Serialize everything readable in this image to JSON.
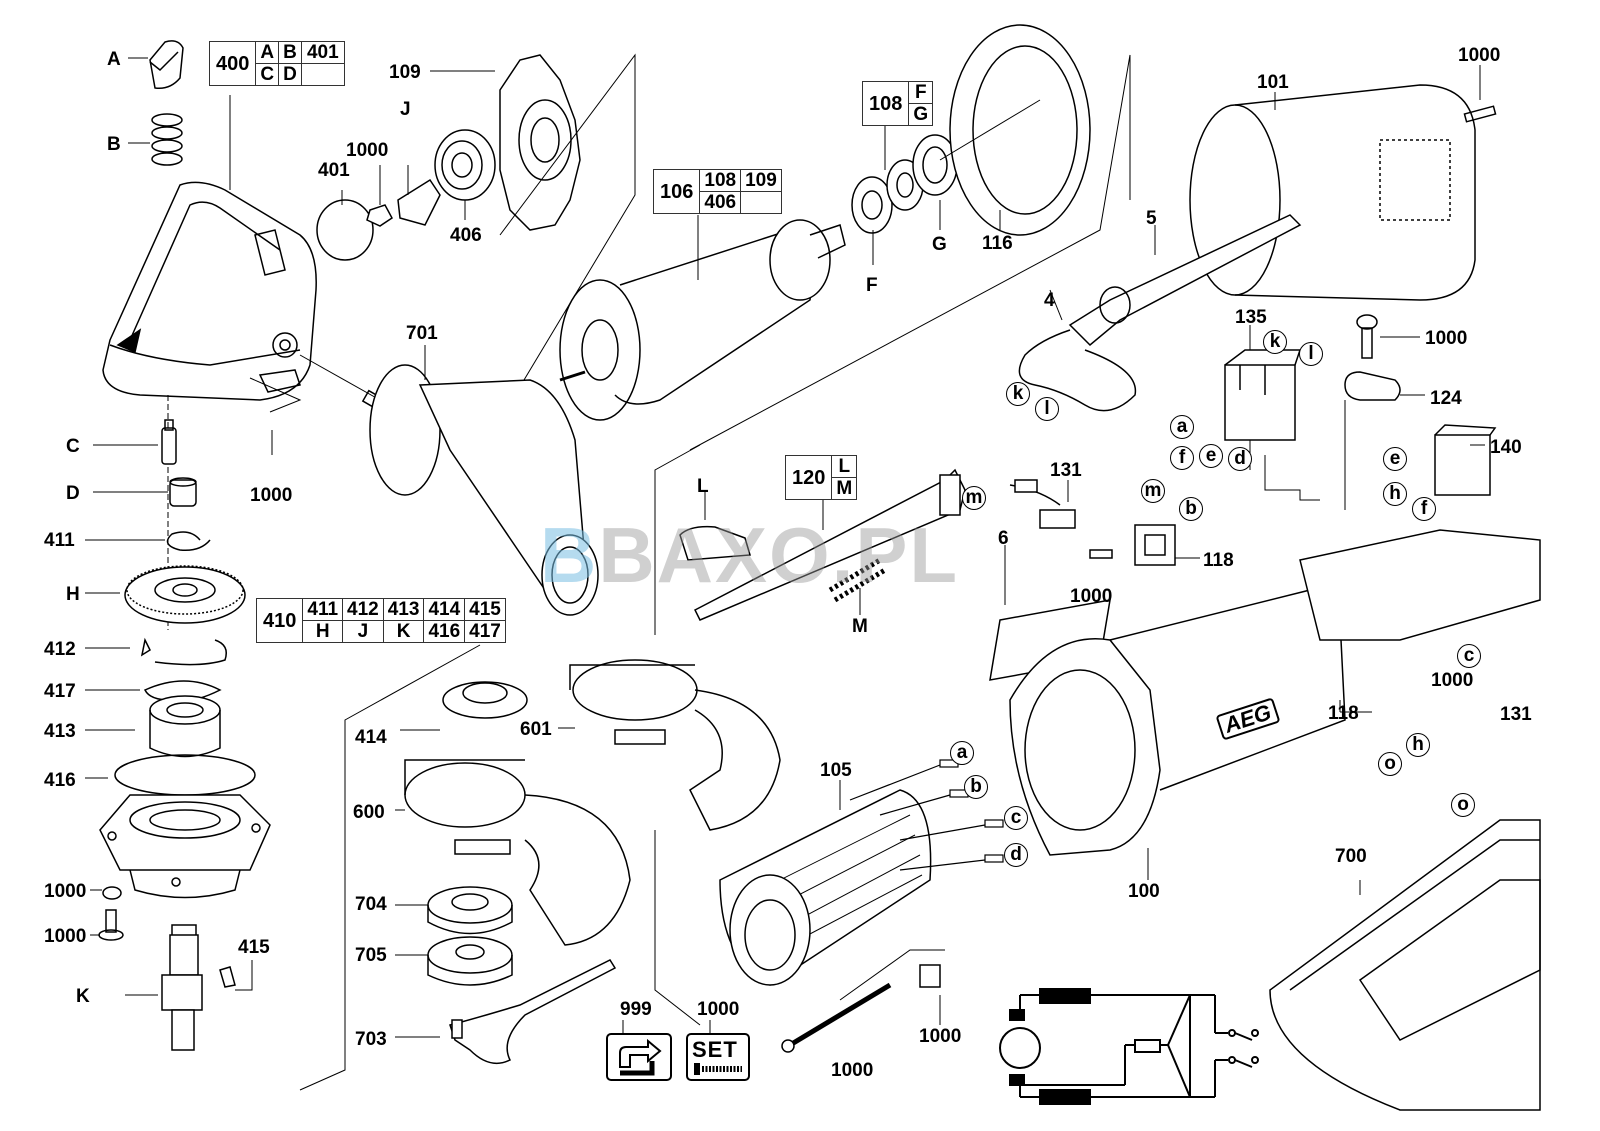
{
  "diagram": {
    "title": "Exploded parts diagram - angle grinder",
    "brand_on_housing": "AEG",
    "watermark": {
      "prefix": "B",
      "text": "BAXO.PL"
    },
    "kits": [
      {
        "id": "kit-400",
        "main": "400",
        "rows": [
          [
            "A",
            "B",
            "401"
          ],
          [
            "C",
            "D",
            ""
          ]
        ]
      },
      {
        "id": "kit-106",
        "main": "106",
        "rows": [
          [
            "108",
            "109"
          ],
          [
            "406",
            ""
          ]
        ]
      },
      {
        "id": "kit-108",
        "main": "108",
        "rows": [
          [
            "F"
          ],
          [
            "G"
          ]
        ]
      },
      {
        "id": "kit-120",
        "main": "120",
        "rows": [
          [
            "L"
          ],
          [
            "M"
          ]
        ]
      },
      {
        "id": "kit-410",
        "main": "410",
        "rows": [
          [
            "411",
            "412",
            "413",
            "414",
            "415"
          ],
          [
            "H",
            "J",
            "K",
            "416",
            "417"
          ]
        ]
      }
    ],
    "part_labels": [
      {
        "text": "A"
      },
      {
        "text": "B"
      },
      {
        "text": "C"
      },
      {
        "text": "D"
      },
      {
        "text": "411"
      },
      {
        "text": "H"
      },
      {
        "text": "412"
      },
      {
        "text": "417"
      },
      {
        "text": "413"
      },
      {
        "text": "416"
      },
      {
        "text": "1000"
      },
      {
        "text": "1000"
      },
      {
        "text": "415"
      },
      {
        "text": "K"
      },
      {
        "text": "109"
      },
      {
        "text": "1000"
      },
      {
        "text": "J"
      },
      {
        "text": "401"
      },
      {
        "text": "406"
      },
      {
        "text": "1000"
      },
      {
        "text": "701"
      },
      {
        "text": "L"
      },
      {
        "text": "F"
      },
      {
        "text": "G"
      },
      {
        "text": "116"
      },
      {
        "text": "101"
      },
      {
        "text": "1000"
      },
      {
        "text": "5"
      },
      {
        "text": "4"
      },
      {
        "text": "135"
      },
      {
        "text": "1000"
      },
      {
        "text": "124"
      },
      {
        "text": "140"
      },
      {
        "text": "131"
      },
      {
        "text": "6"
      },
      {
        "text": "118"
      },
      {
        "text": "1000"
      },
      {
        "text": "M"
      },
      {
        "text": "414"
      },
      {
        "text": "601"
      },
      {
        "text": "600"
      },
      {
        "text": "704"
      },
      {
        "text": "705"
      },
      {
        "text": "703"
      },
      {
        "text": "105"
      },
      {
        "text": "100"
      },
      {
        "text": "1000"
      },
      {
        "text": "118"
      },
      {
        "text": "131"
      },
      {
        "text": "700"
      },
      {
        "text": "1000"
      },
      {
        "text": "1000"
      },
      {
        "text": "999"
      },
      {
        "text": "1000"
      }
    ],
    "wire_markers": [
      {
        "text": "k"
      },
      {
        "text": "l"
      },
      {
        "text": "k"
      },
      {
        "text": "l"
      },
      {
        "text": "a"
      },
      {
        "text": "f"
      },
      {
        "text": "e"
      },
      {
        "text": "d"
      },
      {
        "text": "e"
      },
      {
        "text": "h"
      },
      {
        "text": "f"
      },
      {
        "text": "m"
      },
      {
        "text": "m"
      },
      {
        "text": "b"
      },
      {
        "text": "c"
      },
      {
        "text": "h"
      },
      {
        "text": "o"
      },
      {
        "text": "o"
      },
      {
        "text": "a"
      },
      {
        "text": "b"
      },
      {
        "text": "c"
      },
      {
        "text": "d"
      }
    ],
    "icons": {
      "replace_icon": "999",
      "set_icon_text": "SET"
    }
  }
}
